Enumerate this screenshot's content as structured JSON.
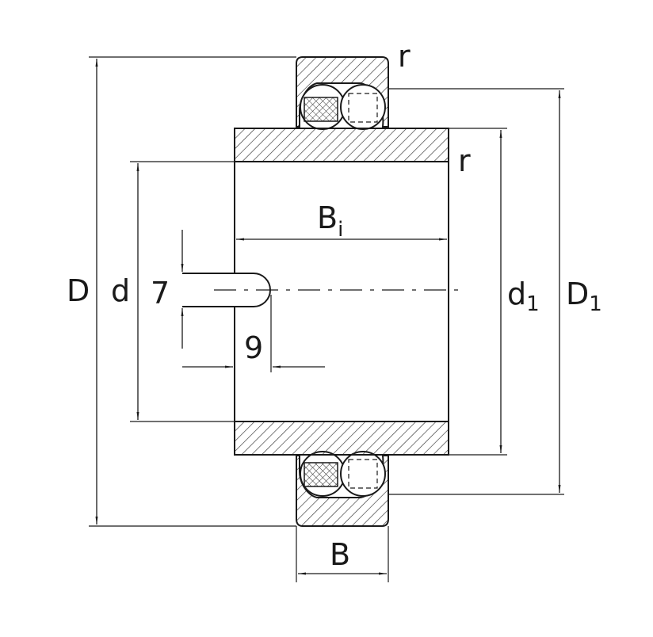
{
  "labels": {
    "D": "D",
    "d": "d",
    "d1_main": "d",
    "d1_sub": "1",
    "D1_main": "D",
    "D1_sub": "1",
    "Bi_main": "B",
    "Bi_sub": "i",
    "B": "B",
    "r_top": "r",
    "r_right": "r",
    "slot_width": "7",
    "slot_depth": "9"
  }
}
